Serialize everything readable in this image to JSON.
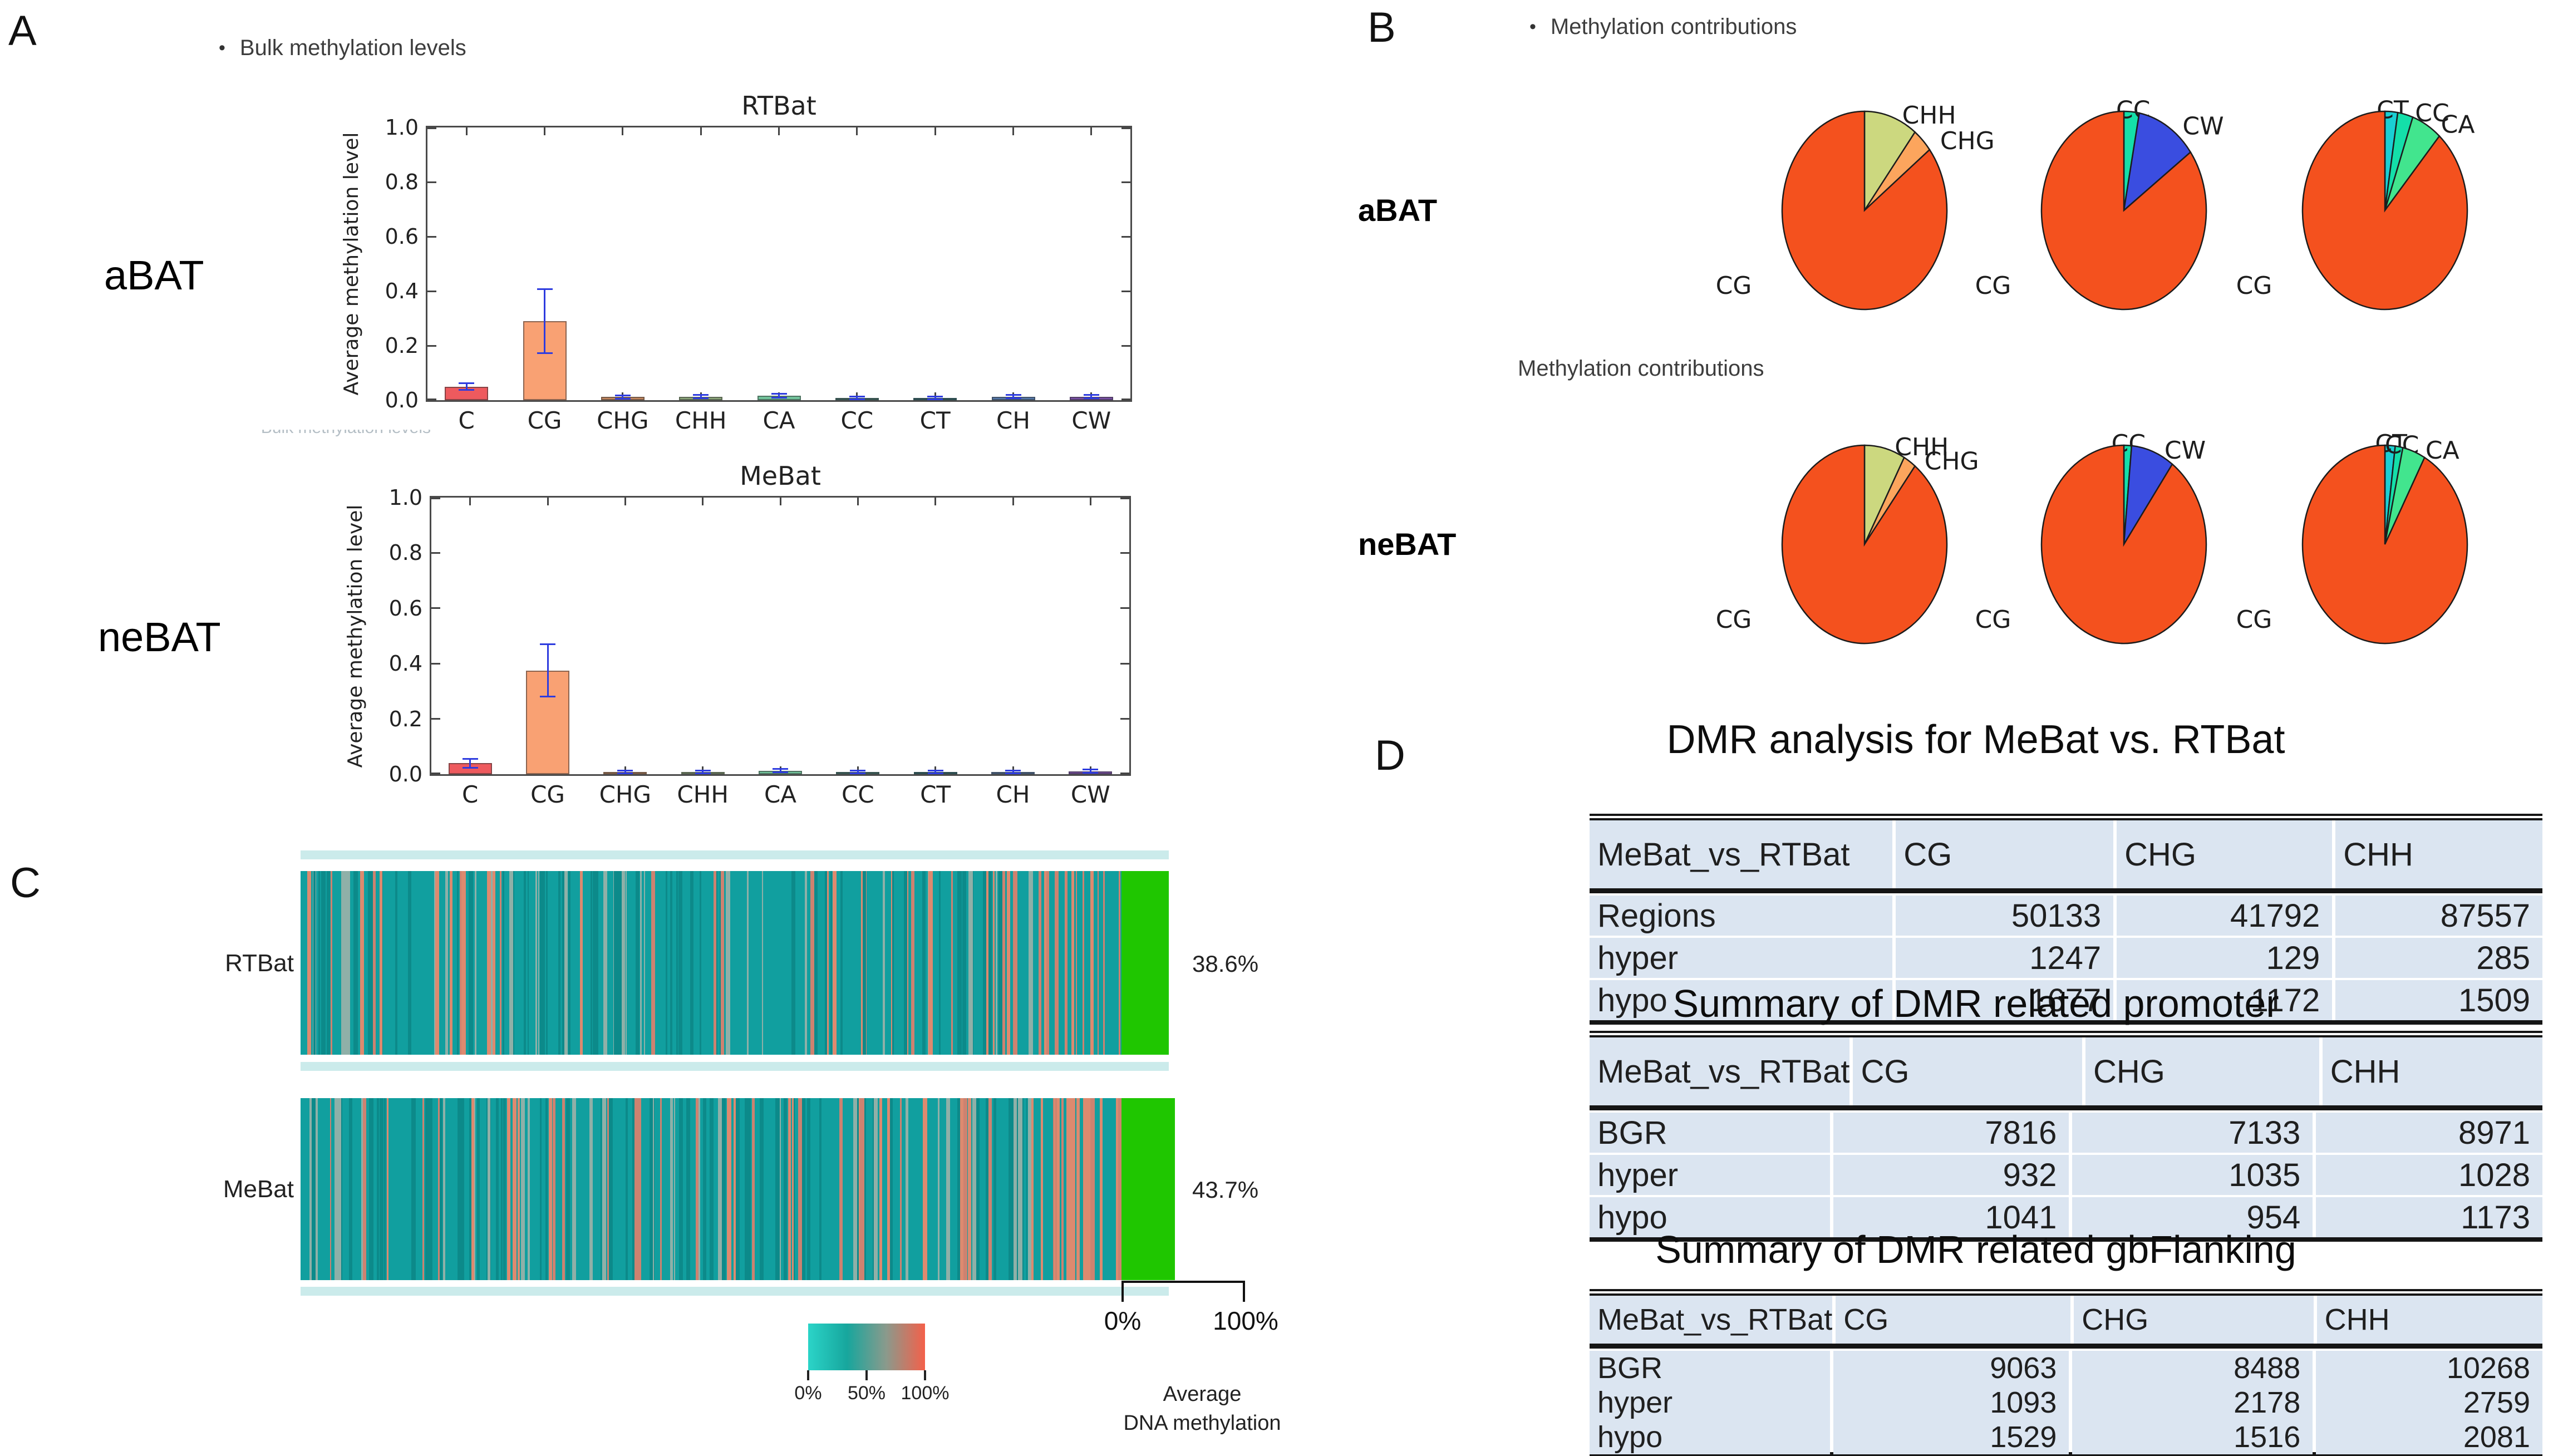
{
  "figure": {
    "panel_labels": {
      "A": "A",
      "B": "B",
      "C": "C",
      "D": "D"
    }
  },
  "bullets": {
    "bulk_methylation": "Bulk methylation levels",
    "methylation_contributions": "Methylation contributions",
    "methylation_contributions_2": "Methylation contributions",
    "ghost_text": "Bulk methylation levels"
  },
  "sample_labels": {
    "panel_a_top": "aBAT",
    "panel_a_bottom": "neBAT",
    "panel_b_top": "aBAT",
    "panel_b_bottom": "neBAT"
  },
  "chart_data": [
    {
      "id": "rtbat_bar",
      "type": "bar",
      "title": "RTBat",
      "ylabel": "Average methylation level",
      "ylim": [
        0,
        1
      ],
      "yticks": [
        "0.0",
        "0.2",
        "0.4",
        "0.6",
        "0.8",
        "1.0"
      ],
      "categories": [
        "C",
        "CG",
        "CHG",
        "CHH",
        "CA",
        "CC",
        "CT",
        "CH",
        "CW"
      ],
      "values": [
        0.05,
        0.29,
        0.012,
        0.013,
        0.016,
        0.009,
        0.009,
        0.013,
        0.013
      ],
      "errors": [
        0.012,
        0.118,
        0.006,
        0.006,
        0.007,
        0.005,
        0.005,
        0.006,
        0.006
      ],
      "bar_colors": [
        "#ee5a5e",
        "#f9a173",
        "#c8895f",
        "#8da87b",
        "#72c49c",
        "#417d77",
        "#2c6f75",
        "#567aad",
        "#7b4fa9"
      ],
      "error_color": "#2e3cdf",
      "grid": false,
      "legend": "none"
    },
    {
      "id": "mebat_bar",
      "type": "bar",
      "title": "MeBat",
      "ylabel": "Average methylation level",
      "ylim": [
        0,
        1
      ],
      "yticks": [
        "0.0",
        "0.2",
        "0.4",
        "0.6",
        "0.8",
        "1.0"
      ],
      "categories": [
        "C",
        "CG",
        "CHG",
        "CHH",
        "CA",
        "CC",
        "CT",
        "CH",
        "CW"
      ],
      "values": [
        0.04,
        0.375,
        0.009,
        0.008,
        0.013,
        0.008,
        0.008,
        0.009,
        0.011
      ],
      "errors": [
        0.016,
        0.095,
        0.005,
        0.005,
        0.006,
        0.005,
        0.005,
        0.005,
        0.006
      ],
      "bar_colors": [
        "#ee5a5e",
        "#f9a173",
        "#c8895f",
        "#8da87b",
        "#72c49c",
        "#417d77",
        "#2c6f75",
        "#567aad",
        "#7b4fa9"
      ],
      "error_color": "#2e3cdf",
      "grid": false,
      "legend": "none"
    },
    {
      "id": "abat_pies",
      "type": "pie",
      "row_label": "aBAT",
      "pies": [
        {
          "slices": [
            {
              "label": "CHH",
              "value": 10.5,
              "color": "#ccd87f"
            },
            {
              "label": "CHG",
              "value": 4.0,
              "color": "#fca55d"
            },
            {
              "label": "CG",
              "value": 85.5,
              "color": "#f4511e"
            }
          ]
        },
        {
          "slices": [
            {
              "label": "CC",
              "value": 3.0,
              "color": "#14dfa9"
            },
            {
              "label": "CW",
              "value": 12.0,
              "color": "#3a4de0"
            },
            {
              "label": "CG",
              "value": 85.0,
              "color": "#f4511e"
            }
          ]
        },
        {
          "slices": [
            {
              "label": "CT",
              "value": 2.5,
              "color": "#1acfd4"
            },
            {
              "label": "CC",
              "value": 3.0,
              "color": "#14dfa9"
            },
            {
              "label": "CA",
              "value": 6.0,
              "color": "#42e58e"
            },
            {
              "label": "CG",
              "value": 88.5,
              "color": "#f4511e"
            }
          ]
        }
      ]
    },
    {
      "id": "nebat_pies",
      "type": "pie",
      "row_label": "neBAT",
      "pies": [
        {
          "slices": [
            {
              "label": "CHH",
              "value": 8.0,
              "color": "#ccd87f"
            },
            {
              "label": "CHG",
              "value": 2.5,
              "color": "#fca55d"
            },
            {
              "label": "CG",
              "value": 89.5,
              "color": "#f4511e"
            }
          ]
        },
        {
          "slices": [
            {
              "label": "CC",
              "value": 1.5,
              "color": "#14dfa9"
            },
            {
              "label": "CW",
              "value": 8.5,
              "color": "#3a4de0"
            },
            {
              "label": "CG",
              "value": 90.0,
              "color": "#f4511e"
            }
          ]
        },
        {
          "slices": [
            {
              "label": "CT",
              "value": 2.0,
              "color": "#1acfd4"
            },
            {
              "label": "CC",
              "value": 1.5,
              "color": "#14dfa9"
            },
            {
              "label": "CA",
              "value": 4.5,
              "color": "#42e58e"
            },
            {
              "label": "CG",
              "value": 92.0,
              "color": "#f4511e"
            }
          ]
        }
      ]
    },
    {
      "id": "average_methylation_heatmap",
      "type": "heatmap",
      "rows": [
        {
          "label": "RTBat",
          "average_pct": 38.6,
          "pct_label": "38.6%"
        },
        {
          "label": "MeBat",
          "average_pct": 43.7,
          "pct_label": "43.7%"
        }
      ],
      "bar_axis": {
        "min_label": "0%",
        "max_label": "100%"
      },
      "legend": {
        "ticks": [
          "0%",
          "50%",
          "100%"
        ],
        "title_line1": "Average",
        "title_line2": "DNA methylation",
        "gradient": [
          "#2bd4c8",
          "#17a69d",
          "#8a9a8c",
          "#f4604a"
        ]
      },
      "colors": {
        "base_teal": "#119f9f",
        "streak_salmon": "#cd8270",
        "streak_salmon2": "#dd8a6f",
        "streak_dark": "#0c8a8a",
        "streak_light": "#8fb0a8",
        "average_green": "#1fc600"
      }
    },
    {
      "id": "dmr_analysis_table",
      "type": "table",
      "title": "DMR analysis for MeBat vs. RTBat",
      "headers": [
        "MeBat_vs_RTBat",
        "CG",
        "CHG",
        "CHH"
      ],
      "rows": [
        [
          "Regions",
          "50133",
          "41792",
          "87557"
        ],
        [
          "hyper",
          "1247",
          "129",
          "285"
        ],
        [
          "hypo",
          "1677",
          "1172",
          "1509"
        ]
      ],
      "row_fill": "#dbe5f1"
    },
    {
      "id": "dmr_promoter_table",
      "type": "table",
      "title": "Summary of DMR related promoter",
      "headers": [
        "MeBat_vs_RTBat",
        "CG",
        "CHG",
        "CHH"
      ],
      "rows": [
        [
          "BGR",
          "7816",
          "7133",
          "8971"
        ],
        [
          "hyper",
          "932",
          "1035",
          "1028"
        ],
        [
          "hypo",
          "1041",
          "954",
          "1173"
        ]
      ],
      "row_fill": "#dbe5f1"
    },
    {
      "id": "dmr_gbflanking_table",
      "type": "table",
      "title": "Summary of DMR related gbFlanking",
      "headers": [
        "MeBat_vs_RTBat",
        "CG",
        "CHG",
        "CHH"
      ],
      "rows": [
        [
          "BGR",
          "9063",
          "8488",
          "10268"
        ],
        [
          "hyper",
          "1093",
          "2178",
          "2759"
        ],
        [
          "hypo",
          "1529",
          "1516",
          "2081"
        ]
      ],
      "row_fill": "#dbe5f1"
    }
  ]
}
